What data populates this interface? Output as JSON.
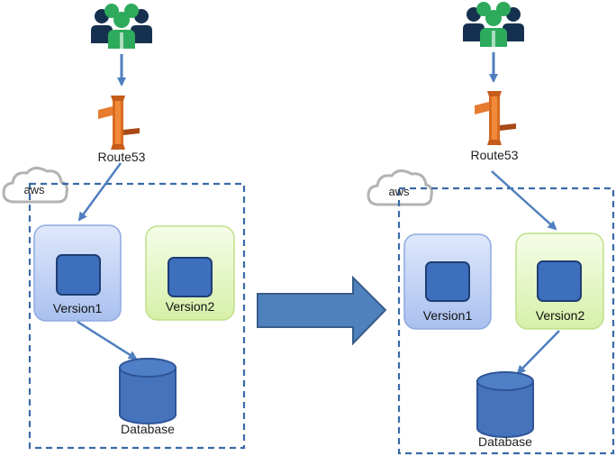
{
  "left_panel": {
    "route53_label": "Route53",
    "cloud_label": "aws",
    "version1_label": "Version1",
    "version2_label": "Version2",
    "database_label": "Database"
  },
  "right_panel": {
    "route53_label": "Route53",
    "cloud_label": "aws",
    "version1_label": "Version1",
    "version2_label": "Version2",
    "database_label": "Database"
  },
  "colors": {
    "arrow": "#4f7fbf",
    "dashed_border": "#3a6aa8",
    "version1_fill": "#c6d6f8",
    "version2_fill": "#e6f7c4",
    "inner_square": "#3e6fbd",
    "database": "#4574bd",
    "route53": "#e07b2c",
    "users_green": "#2eaa5c",
    "users_navy": "#16314f"
  }
}
